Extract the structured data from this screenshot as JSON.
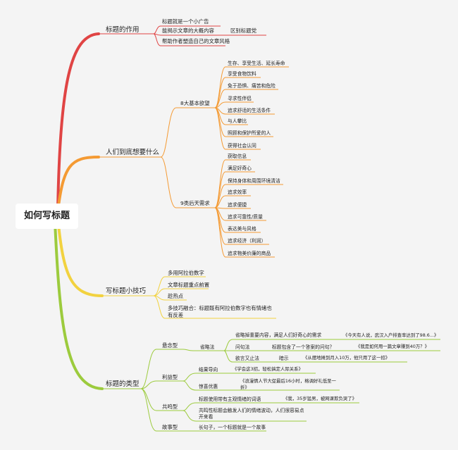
{
  "root": "如何写标题",
  "colors": {
    "purpose": "#e04444",
    "desire": "#f49a33",
    "tips": "#f2d23f",
    "types": "#9ccb3d"
  },
  "branches": {
    "purpose": {
      "label": "标题的作用",
      "items": [
        "标题就是一个小广告",
        "能揭示文章的大概内容",
        "区别标题党",
        "帮助作者塑造自己的文章风格"
      ]
    },
    "desire": {
      "label": "人们到底想要什么",
      "basic": {
        "label": "8大基本欲望",
        "items": [
          "生存、享受生活、延长寿命",
          "享受食物饮料",
          "免于恐惧、痛苦和危险",
          "寻求性伴侣",
          "追求舒适的生活条件",
          "与人攀比",
          "照顾和保护所爱的人",
          "获得社会认同"
        ]
      },
      "acquired": {
        "label": "9类后天需求",
        "items": [
          "获取信息",
          "满足好奇心",
          "保持身体和周围环境清洁",
          "追求效率",
          "追求便捷",
          "追求可靠性/质量",
          "表达美与风格",
          "追求经济（利润）",
          "追求物美价廉的商品"
        ]
      }
    },
    "tips": {
      "label": "写标题小技巧",
      "items": [
        "多用阿拉伯数字",
        "文章标题重点前置",
        "趁热点",
        "多技巧融合：标题既有阿拉伯数字也有情绪也有反差"
      ]
    },
    "types": {
      "label": "标题的类型",
      "concept": {
        "label": "悬念型",
        "omit": "省略法",
        "omit_desc": "省略掉重要内容，满足人们好奇心的需求",
        "omit_example": "《今天有人说，武汉入户排查率达到了98.6...》",
        "question": "问句法",
        "question_desc": "标题包含了一个答案的问句？",
        "question_example": "《我是如何用一篇文章赚到40万？》",
        "paradox": "欲言又止法",
        "paradox_desc": "暗示",
        "paradox_example": "《从摆地摊到月入10万，他只用了这一招》"
      },
      "benefit": {
        "label": "利益型",
        "result": "结果导向",
        "result_example": "《学会这3招，轻松搞定人际关系》",
        "discount": "惊喜优惠",
        "discount_example": "《浪漫情人节大促最后16小时，格调好礼低至一折》"
      },
      "resonance": {
        "label": "共鸣型",
        "emotion": "标题使用带有主观情绪的词语",
        "emotion_example": "《我，35岁猛男，被网课欺负哭了》",
        "resonance_text": "共鸣性标题会触发人们的情绪波动，人们很容易点开来看"
      },
      "story": {
        "label": "故事型",
        "text": "长句子，一个标题就是一个故事"
      }
    }
  }
}
